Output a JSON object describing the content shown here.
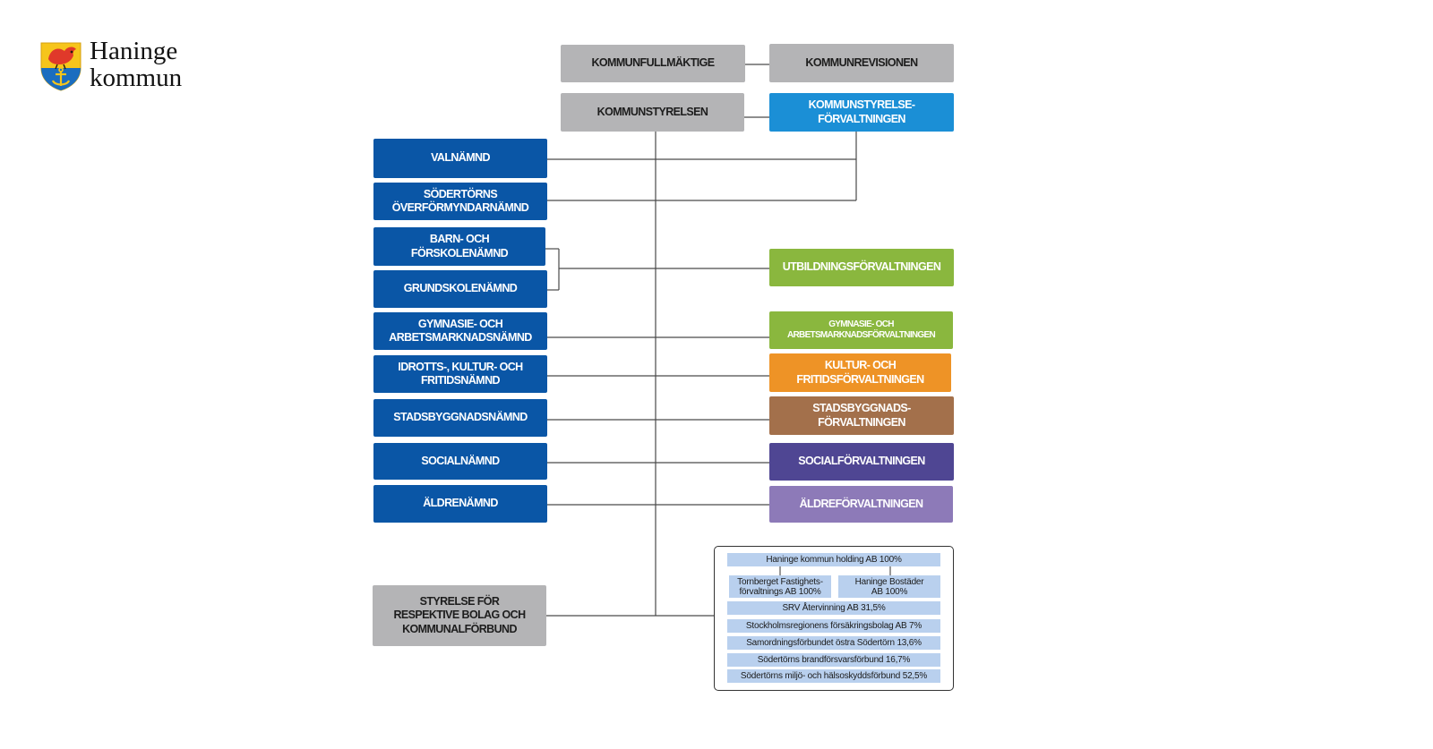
{
  "logo": {
    "name": "Haninge\nkommun",
    "crest_icon": "coat-of-arms-icon",
    "colors": {
      "shield": "#f6c51b",
      "bird": "#e0392a",
      "anchor_field": "#1b6dbf"
    }
  },
  "colors": {
    "gray": "#b4b4b6",
    "navy": "#0a56a6",
    "light_blue": "#1b8fd6",
    "green": "#8ab73e",
    "orange": "#ee9326",
    "brown": "#a3704b",
    "purple": "#4f4693",
    "lavender": "#8d7ab8",
    "company": "#b9d0ee",
    "line": "#4a4a4a"
  },
  "top": {
    "council": "KOMMUNFULLMÄKTIGE",
    "audit": "KOMMUNREVISIONEN",
    "board": "KOMMUNSTYRELSEN",
    "board_office": "KOMMUNSTYRELSE-\nFÖRVALTNINGEN"
  },
  "committees": [
    "VALNÄMND",
    "SÖDERTÖRNS\nÖVERFÖRMYNDARNÄMND",
    "BARN- OCH\nFÖRSKOLENÄMND",
    "GRUNDSKOLENÄMND",
    "GYMNASIE- OCH\nARBETSMARKNADSNÄMND",
    "IDROTTS-, KULTUR- OCH\nFRITIDSNÄMND",
    "STADSBYGGNADSNÄMND",
    "SOCIALNÄMND",
    "ÄLDRENÄMND"
  ],
  "administrations": [
    "UTBILDNINGSFÖRVALTNINGEN",
    "GYMNASIE- OCH\nARBETSMARKNADSFÖRVALTNINGEN",
    "KULTUR- OCH\nFRITIDSFÖRVALTNINGEN",
    "STADSBYGGNADS-\nFÖRVALTNINGEN",
    "SOCIALFÖRVALTNINGEN",
    "ÄLDREFÖRVALTNINGEN"
  ],
  "companies_board": "STYRELSE FÖR\nRESPEKTIVE BOLAG OCH\nKOMMUNALFÖRBUND",
  "companies": {
    "holding": "Haninge kommun holding AB 100%",
    "tornberget": "Tornberget Fastighets-\nförvaltnings AB 100%",
    "bostader": "Haninge Bostäder\nAB 100%",
    "list": [
      "SRV Återvinning AB 31,5%",
      "Stockholmsregionens försäkringsbolag AB 7%",
      "Samordningsförbundet östra Södertörn 13,6%",
      "Södertörns brandförsvarsförbund 16,7%",
      "Södertörns miljö- och hälsoskyddsförbund 52,5%"
    ]
  }
}
